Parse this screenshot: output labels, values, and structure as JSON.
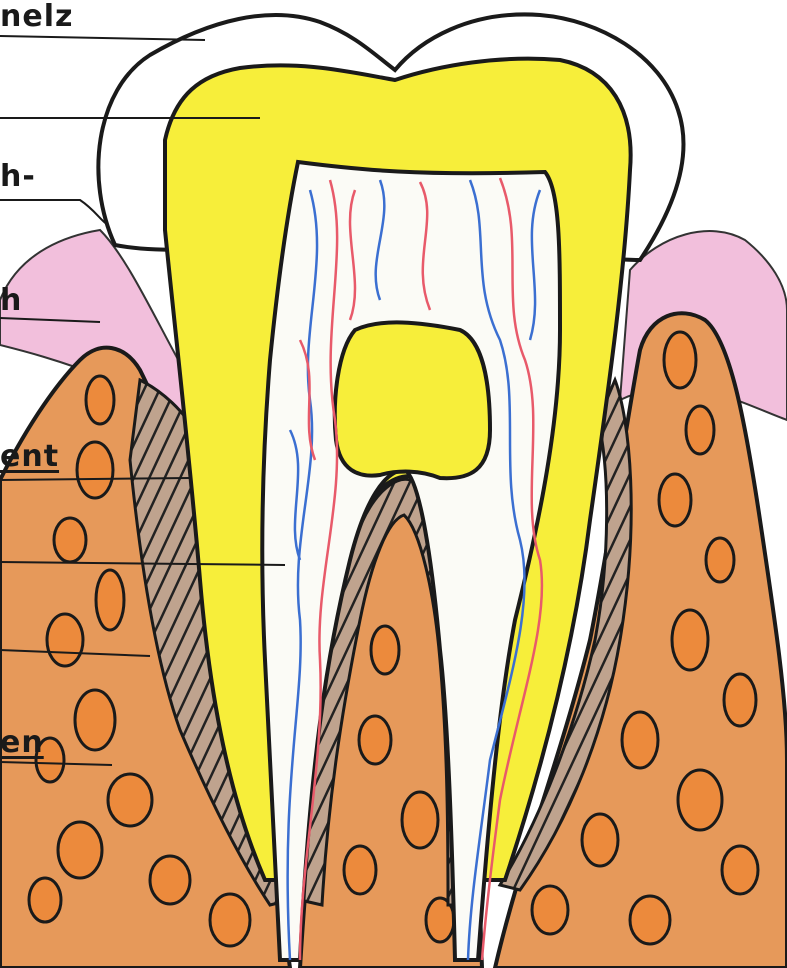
{
  "diagram": {
    "labels": [
      {
        "key": "enamel",
        "text": "nelz"
      },
      {
        "key": "neck",
        "text": "h-"
      },
      {
        "key": "gum",
        "text": "h"
      },
      {
        "key": "cement",
        "text": "ent"
      },
      {
        "key": "bone",
        "text": "en"
      }
    ],
    "colors": {
      "enamel": "#ffffff",
      "dentin": "#f7ee3a",
      "pulp": "#fbfbf6",
      "gum": "#f2bfdc",
      "bone": "#e6995a",
      "bone_spot": "#ec8a3c",
      "cement": "#bfa38e",
      "artery": "#e85a6a",
      "vein": "#3b6fd1",
      "outline": "#1a1a1a"
    }
  }
}
